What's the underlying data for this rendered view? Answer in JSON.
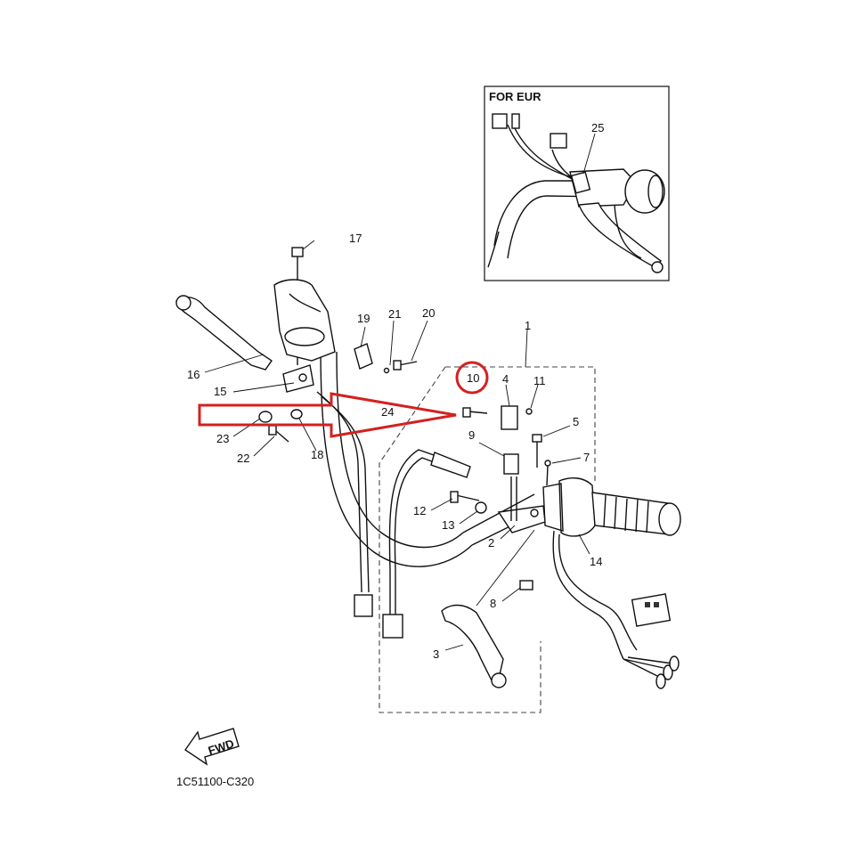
{
  "inset": {
    "title": "FOR EUR"
  },
  "callouts": {
    "c1": "1",
    "c2": "2",
    "c3": "3",
    "c4": "4",
    "c5": "5",
    "c7": "7",
    "c8": "8",
    "c9": "9",
    "c10": "10",
    "c11": "11",
    "c12": "12",
    "c13": "13",
    "c14": "14",
    "c15": "15",
    "c16": "16",
    "c17": "17",
    "c18": "18",
    "c19": "19",
    "c20": "20",
    "c21": "21",
    "c22": "22",
    "c23": "23",
    "c24": "24",
    "c25": "25"
  },
  "fwd_label": "FWD",
  "diagram_code": "1C51100-C320",
  "highlight_color": "#d42020"
}
